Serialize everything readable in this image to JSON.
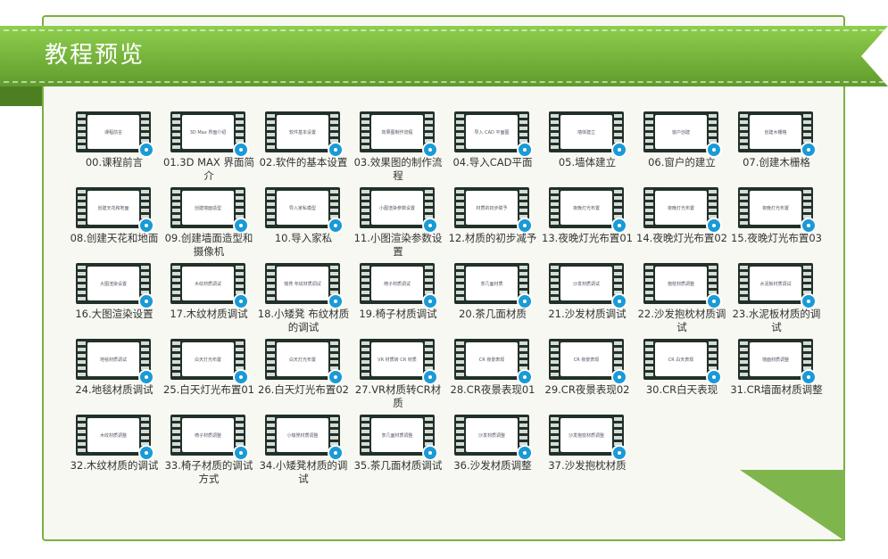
{
  "header": {
    "title": "教程预览"
  },
  "tutorials": [
    {
      "label": "00.课程前言",
      "thumb": "课程前言"
    },
    {
      "label": "01.3D MAX 界面简介",
      "thumb": "3D Max 界面介绍"
    },
    {
      "label": "02.软件的基本设置",
      "thumb": "软件基本设置"
    },
    {
      "label": "03.效果图的制作流程",
      "thumb": "效果图制作流程"
    },
    {
      "label": "04.导入CAD平面",
      "thumb": "导入 CAD 平面图"
    },
    {
      "label": "05.墙体建立",
      "thumb": "墙体建立"
    },
    {
      "label": "06.窗户的建立",
      "thumb": "窗户创建"
    },
    {
      "label": "07.创建木栅格",
      "thumb": "创建木栅格"
    },
    {
      "label": "08.创建天花和地面",
      "thumb": "创建天花和地面"
    },
    {
      "label": "09.创建墙面造型和摄像机",
      "thumb": "创建墙面造型"
    },
    {
      "label": "10.导入家私",
      "thumb": "导入家私模型"
    },
    {
      "label": "11.小图渲染参数设置",
      "thumb": "小图渲染参数设置"
    },
    {
      "label": "12.材质的初步减予",
      "thumb": "材质的初步赋予"
    },
    {
      "label": "13.夜晚灯光布置01",
      "thumb": "夜晚灯光布置"
    },
    {
      "label": "14.夜晚灯光布置02",
      "thumb": "夜晚灯光布置"
    },
    {
      "label": "15.夜晚灯光布置03",
      "thumb": "夜晚灯光布置"
    },
    {
      "label": "16.大图渲染设置",
      "thumb": "大图渲染设置"
    },
    {
      "label": "17.木纹材质调试",
      "thumb": "木纹材质调试"
    },
    {
      "label": "18.小矮凳 布纹材质的调试",
      "thumb": "矮凳 布纹材质调试"
    },
    {
      "label": "19.椅子材质调试",
      "thumb": "椅子材质调试"
    },
    {
      "label": "20.茶几面材质",
      "thumb": "茶几面材质"
    },
    {
      "label": "21.沙发材质调试",
      "thumb": "沙发材质调试"
    },
    {
      "label": "22.沙发抱枕材质调试",
      "thumb": "抱枕材质调整"
    },
    {
      "label": "23.水泥板材质的调试",
      "thumb": "水泥板材质调试"
    },
    {
      "label": "24.地毯材质调试",
      "thumb": "地毯材质调试"
    },
    {
      "label": "25.白天灯光布置01",
      "thumb": "白天灯光布置"
    },
    {
      "label": "26.白天灯光布置02",
      "thumb": "白天灯光布置"
    },
    {
      "label": "27.VR材质转CR材质",
      "thumb": "VR 材质转 CR 材质"
    },
    {
      "label": "28.CR夜景表现01",
      "thumb": "CR 夜景表现"
    },
    {
      "label": "29.CR夜景表现02",
      "thumb": "CR 夜景表现"
    },
    {
      "label": "30.CR白天表现",
      "thumb": "CR 白天表现"
    },
    {
      "label": "31.CR墙面材质调整",
      "thumb": "墙面材质调整"
    },
    {
      "label": "32.木纹材质的调试",
      "thumb": "木纹材质调整"
    },
    {
      "label": "33.椅子材质的调试方式",
      "thumb": "椅子材质调整"
    },
    {
      "label": "34.小矮凳材质的调试",
      "thumb": "小矮凳材质调整"
    },
    {
      "label": "35.茶几面材质调试",
      "thumb": "茶几面材质调整"
    },
    {
      "label": "36.沙发材质调整",
      "thumb": "沙发材质调整"
    },
    {
      "label": "37.沙发抱枕材质",
      "thumb": "沙发抱枕材质调整"
    }
  ]
}
